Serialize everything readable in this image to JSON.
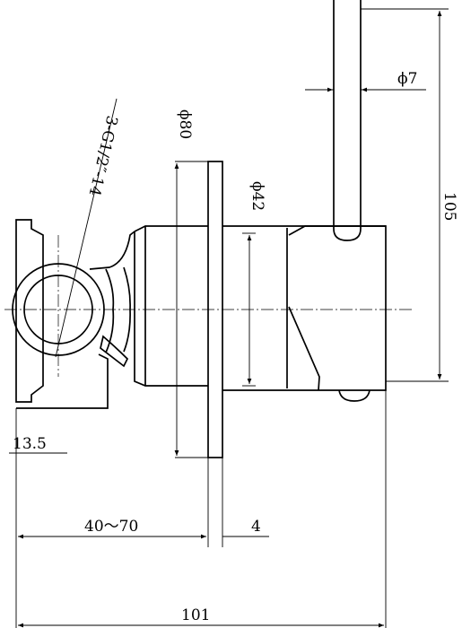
{
  "dimensions": {
    "pipe_diameter": "ϕ7",
    "plate_diameter": "ϕ80",
    "body_diameter": "ϕ42",
    "total_height": "105",
    "thread_spec": "3-G1/2″-14",
    "knob_offset": "13.5",
    "wall_depth": "40～70",
    "plate_thickness": "4",
    "total_length": "101"
  }
}
